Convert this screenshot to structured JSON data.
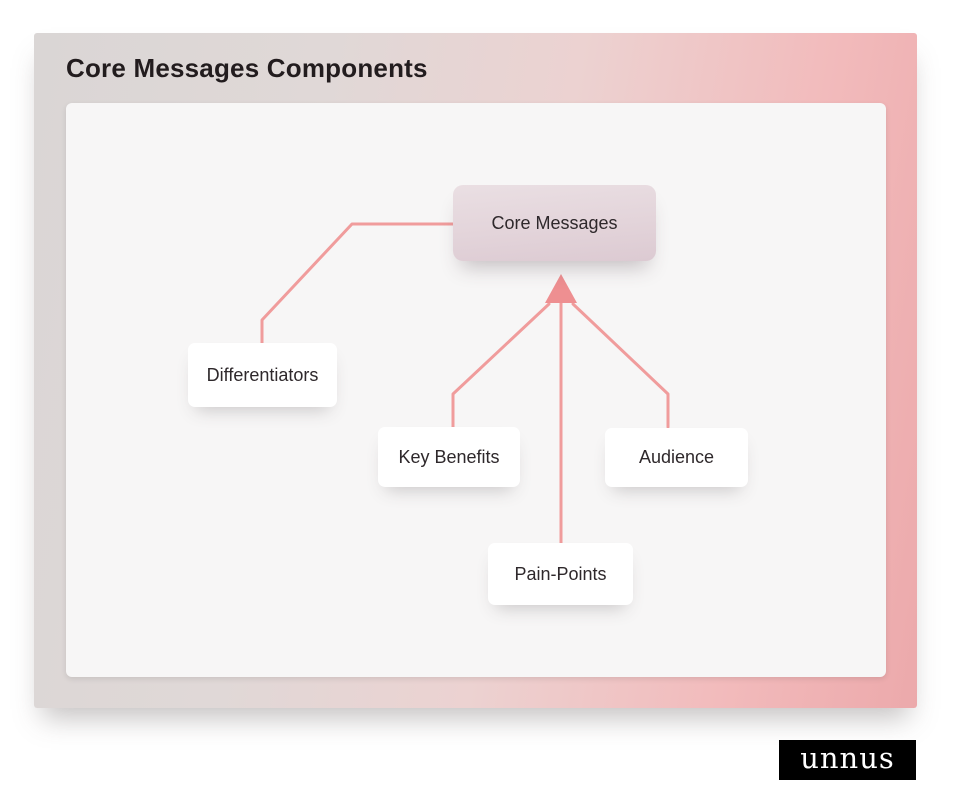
{
  "header": {
    "title": "Core Messages Components"
  },
  "diagram": {
    "root": {
      "label": "Core Messages"
    },
    "children": [
      {
        "label": "Differentiators"
      },
      {
        "label": "Key Benefits"
      },
      {
        "label": "Audience"
      },
      {
        "label": "Pain-Points"
      }
    ]
  },
  "branding": {
    "logo_text": "unnus"
  },
  "colors": {
    "connector": "#f09c9c",
    "arrowhead": "#ee8f91",
    "card_gradient_left": "#dad6d5",
    "card_gradient_right": "#eca9ab",
    "root_node_fill": "#e3d4da",
    "panel_bg": "#f7f6f6",
    "title_text": "#221c1e",
    "node_text": "#2e282b"
  }
}
